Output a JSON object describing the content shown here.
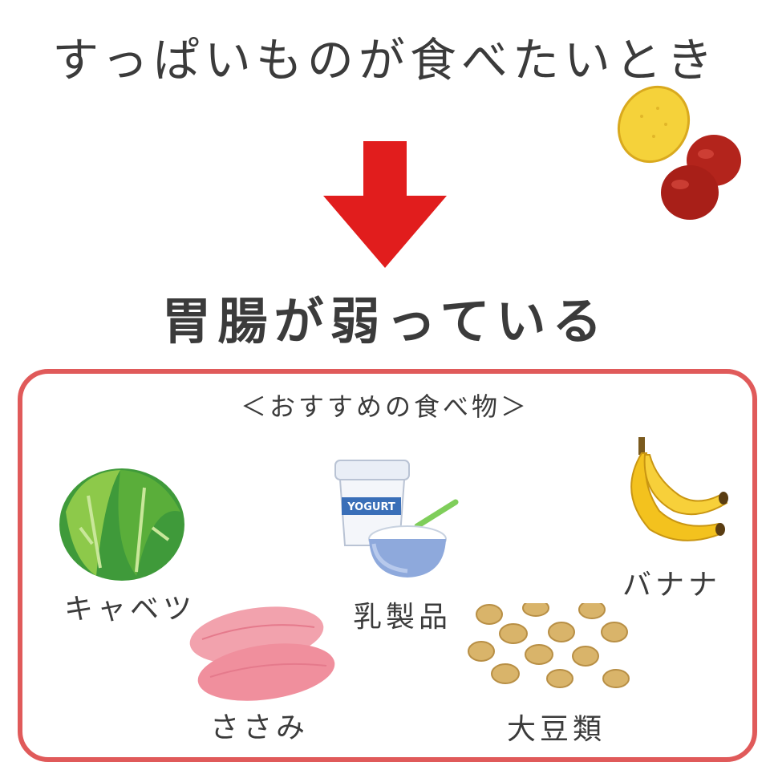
{
  "title": "すっぱいものが食べたいとき",
  "result": "胃腸が弱っている",
  "recommend": {
    "heading": "＜おすすめの食べ物＞",
    "items": [
      {
        "label": "キャベツ"
      },
      {
        "label": "ささみ"
      },
      {
        "label": "乳製品"
      },
      {
        "label": "大豆類"
      },
      {
        "label": "バナナ"
      }
    ],
    "yogurt_text": "YOGURT"
  },
  "colors": {
    "arrow": "#e11d1d",
    "border": "#e05a5a",
    "text": "#3b3b3b"
  }
}
